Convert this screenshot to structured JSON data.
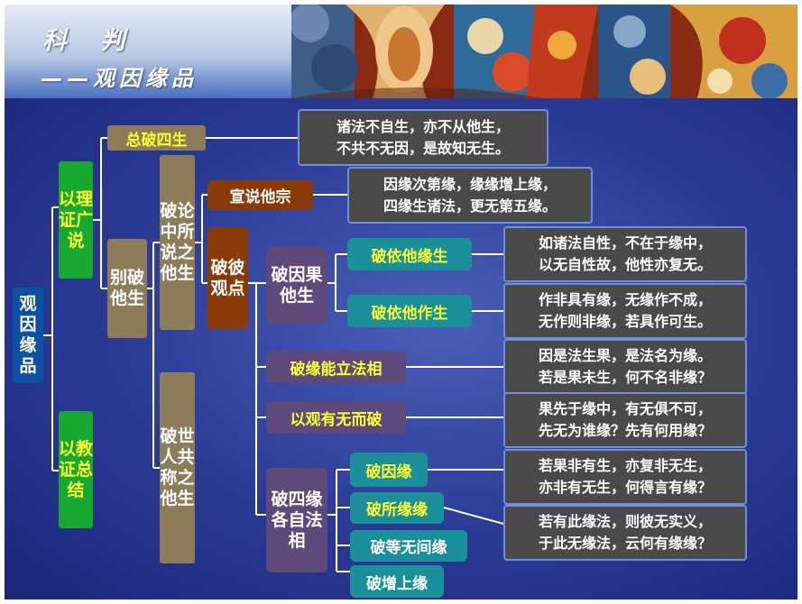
{
  "header": {
    "title": "科 判",
    "subtitle": "——观因缘品"
  },
  "tree": {
    "root": "观因缘品",
    "argue": "以理证广说",
    "teach": "以教证总结",
    "general_refute": "总破四生",
    "specific_refute": "别破他生",
    "refute_theory": "破论中所说之他生",
    "refute_world": "破世人共称之他生",
    "state_tenet": "宣说他宗",
    "refute_view": "破彼观点",
    "refute_cause_fruit": "破因果他生",
    "refute_dependent_cond": "破依他缘生",
    "refute_dependent_act": "破依他作生",
    "refute_cond_establish": "破缘能立法相",
    "refute_exist": "以观有无而破",
    "refute_four": "破四缘各自法相",
    "cond_cause": "破因缘",
    "cond_object": "破所缘缘",
    "cond_immediate": "破等无间缘",
    "cond_dominant": "破增上缘"
  },
  "verses": {
    "v1": [
      "诸法不自生，亦不从他生，",
      "不共不无因，是故知无生。"
    ],
    "v2": [
      "因缘次第缘，缘缘增上缘，",
      "四缘生诸法，更无第五缘。"
    ],
    "v3": [
      "如诸法自性，不在于缘中，",
      "以无自性故，他性亦复无。"
    ],
    "v4": [
      "作非具有缘，无缘作不成，",
      "无作则非缘，若具作可生。"
    ],
    "v5": [
      "因是法生果，是法名为缘。",
      "若是果未生，何不名非缘？"
    ],
    "v6": [
      "果先于缘中，有无俱不可，",
      "先无为谁缘？先有何用缘？"
    ],
    "v7": [
      "若果非有生，亦复非无生，",
      "亦非有无生，何得言有缘？"
    ],
    "v8": [
      "若有此缘法，则彼无实义，",
      "于此无缘法，云何有缘缘？"
    ]
  },
  "colors": {
    "green": "#18a832",
    "dark_blue": "#0d4fa3",
    "tan": "#8d7c5a",
    "brown": "#8a3a06",
    "purple": "#5e4a7a",
    "teal": "#1b8f9a",
    "verse_bg": "#4a4a4a",
    "yellow_text": "#ffff33"
  }
}
